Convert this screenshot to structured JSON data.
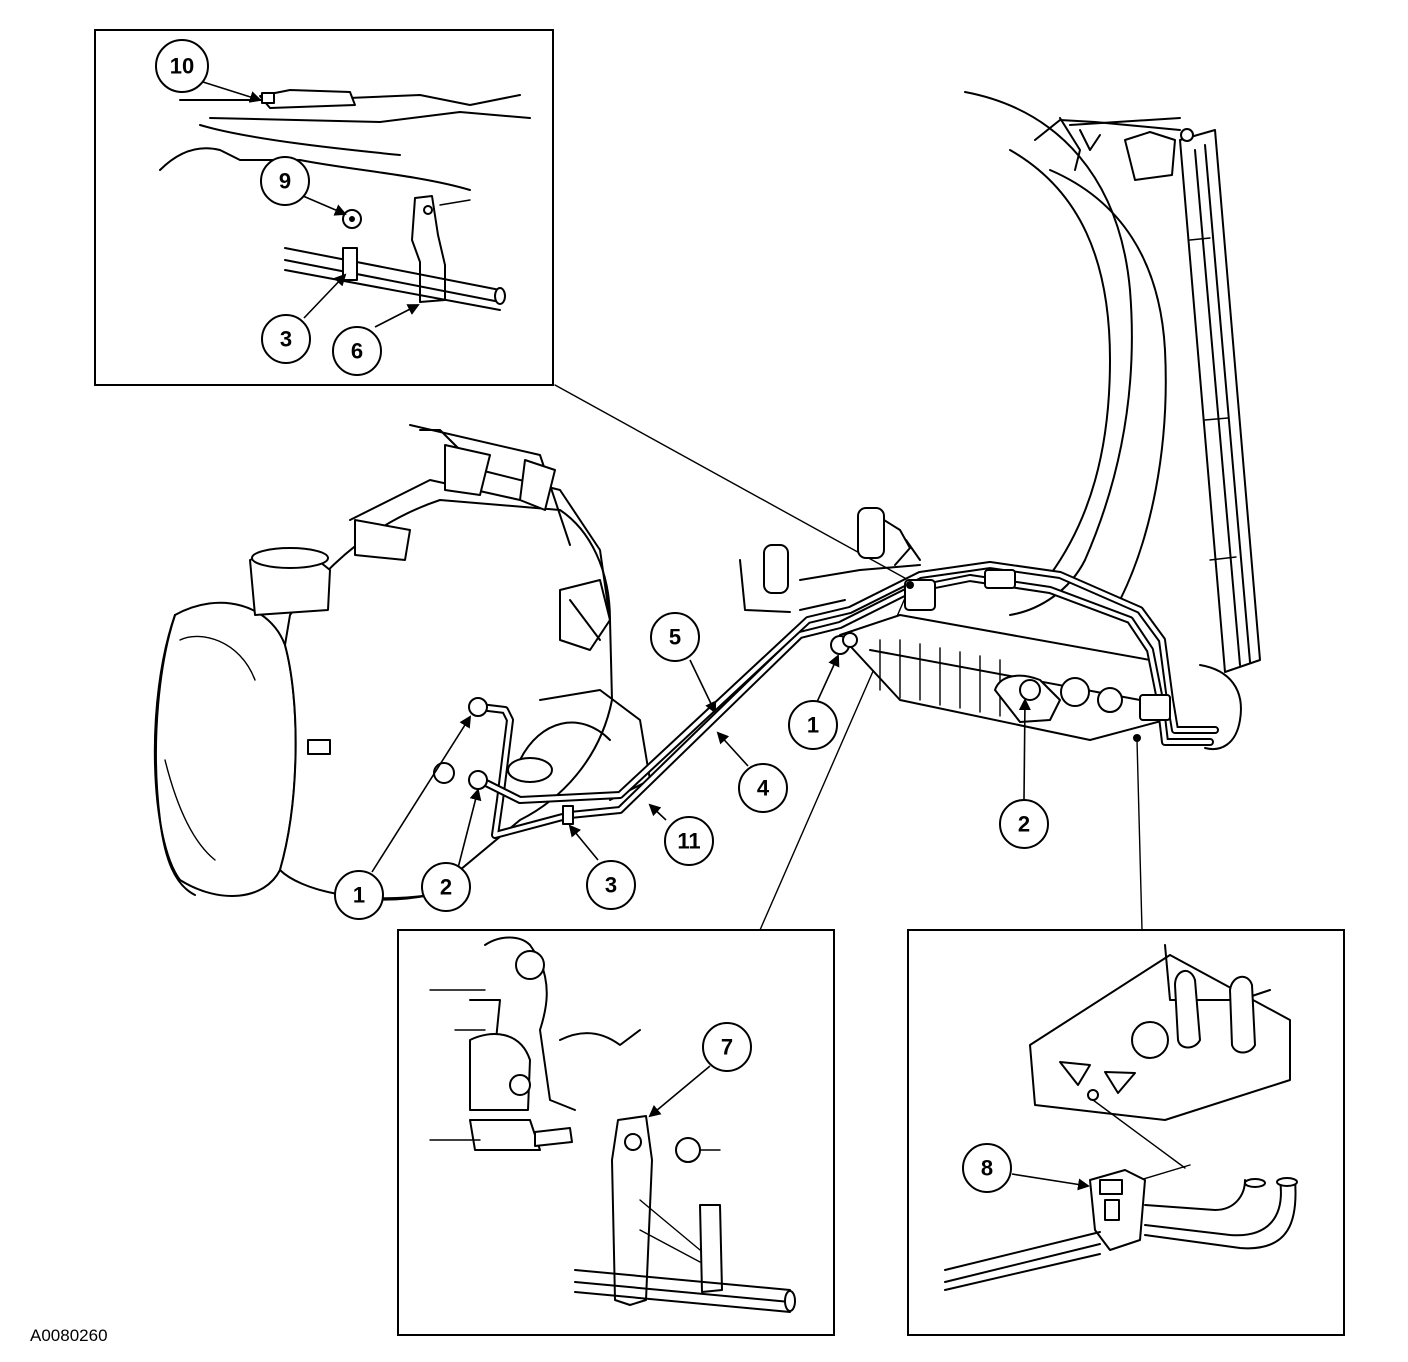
{
  "figure_id": "A0080260",
  "callouts": [
    {
      "label": "10"
    },
    {
      "label": "9"
    },
    {
      "label": "3"
    },
    {
      "label": "6"
    },
    {
      "label": "5"
    },
    {
      "label": "4"
    },
    {
      "label": "11"
    },
    {
      "label": "3"
    },
    {
      "label": "1"
    },
    {
      "label": "2"
    },
    {
      "label": "1"
    },
    {
      "label": "2"
    },
    {
      "label": "7"
    },
    {
      "label": "8"
    }
  ]
}
